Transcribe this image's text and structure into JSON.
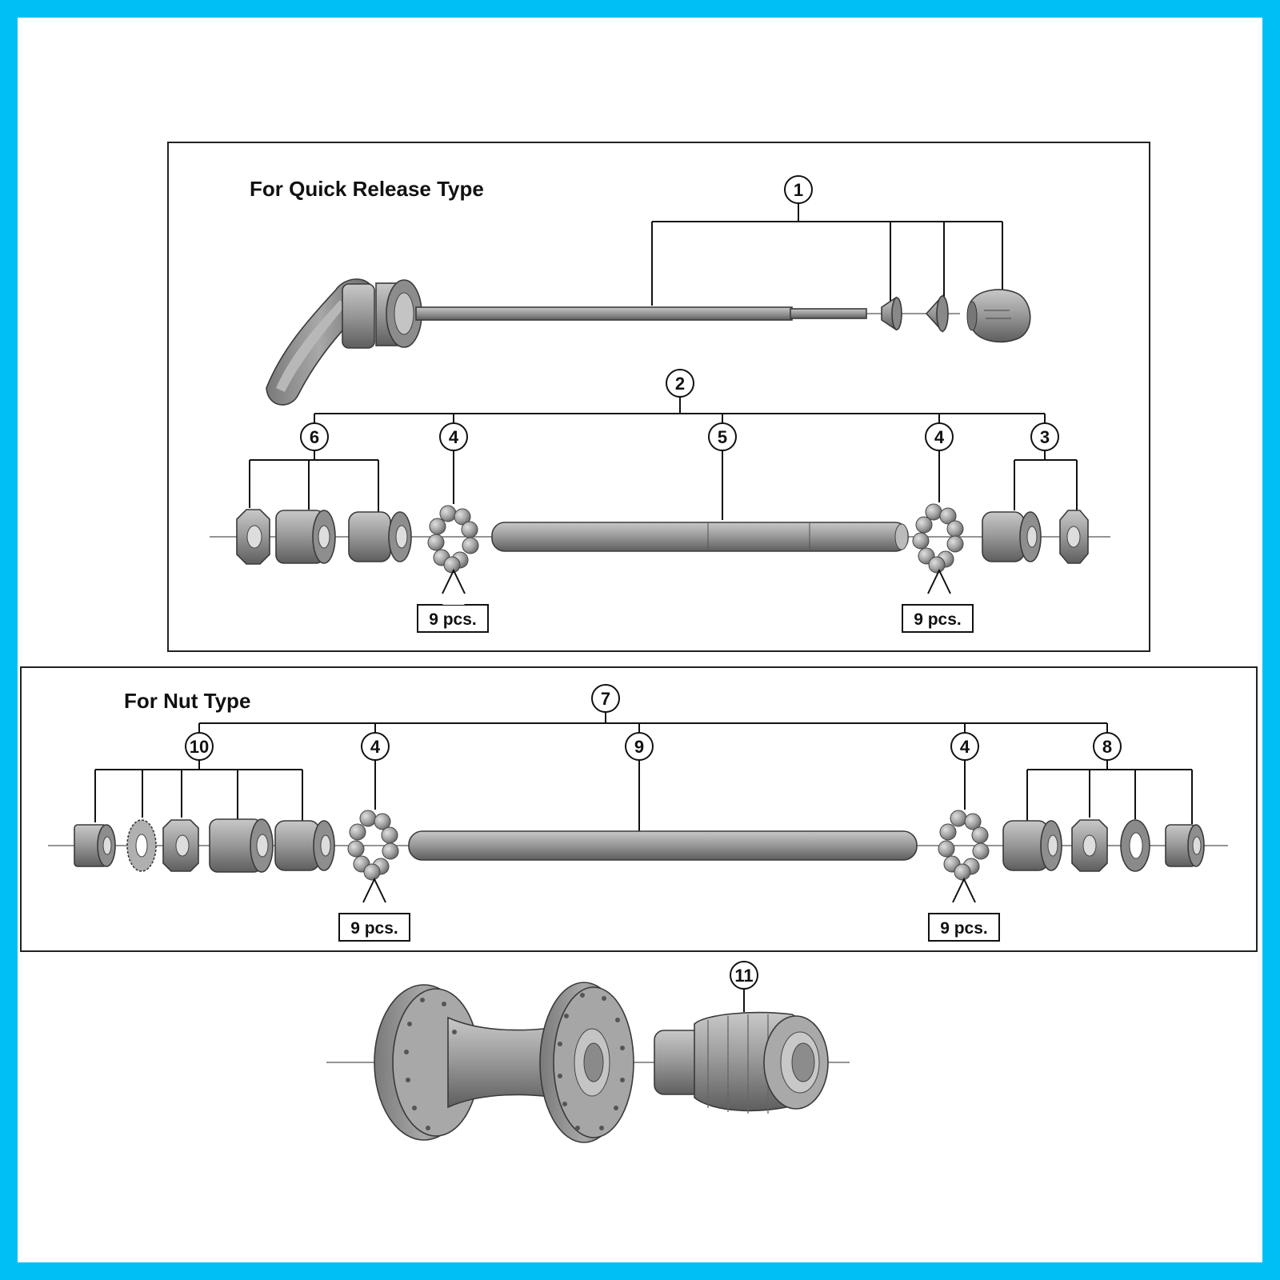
{
  "colors": {
    "border": "#00bff3",
    "part_fill": "#9a9a9a",
    "part_dark": "#6e6e6e",
    "part_light": "#c4c4c4"
  },
  "sections": {
    "quick_release": {
      "title": "For Quick Release Type"
    },
    "nut": {
      "title": "For Nut Type"
    }
  },
  "callouts": {
    "c1": "1",
    "c2": "2",
    "c3": "3",
    "c4": "4",
    "c5": "5",
    "c6": "6",
    "c7": "7",
    "c8": "8",
    "c9": "9",
    "c10": "10",
    "c11": "11"
  },
  "quantity_label": "9 pcs."
}
